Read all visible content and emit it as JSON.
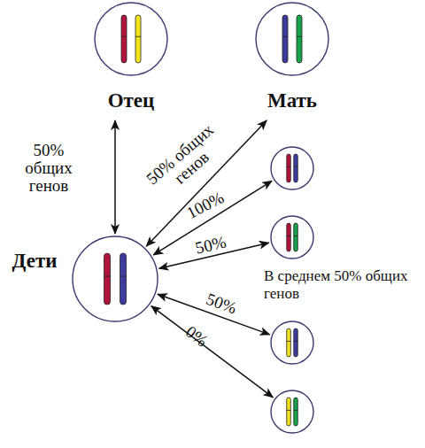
{
  "diagram": {
    "nodes": [
      {
        "text": [
          "Отец"
        ]
      },
      {
        "text": [
          "Мать"
        ]
      },
      {
        "text": [
          "Дети"
        ]
      },
      {
        "text": []
      },
      {
        "text": []
      },
      {
        "text": []
      },
      {
        "text": []
      }
    ],
    "edges": [
      {
        "from": 0,
        "to": 2,
        "arrow": "both",
        "label": "50% общих генов"
      },
      {
        "from": 1,
        "to": 2,
        "arrow": "both",
        "label": "50% общих генов"
      },
      {
        "from": 2,
        "to": 3,
        "arrow": "both",
        "label": "100%"
      },
      {
        "from": 2,
        "to": 4,
        "arrow": "both",
        "label": "50%"
      },
      {
        "from": 2,
        "to": 5,
        "arrow": "both",
        "label": "50%"
      },
      {
        "from": 2,
        "to": 6,
        "arrow": "both",
        "label": "0%"
      }
    ],
    "labels": [
      "В среднем 50% общих генов"
    ]
  }
}
